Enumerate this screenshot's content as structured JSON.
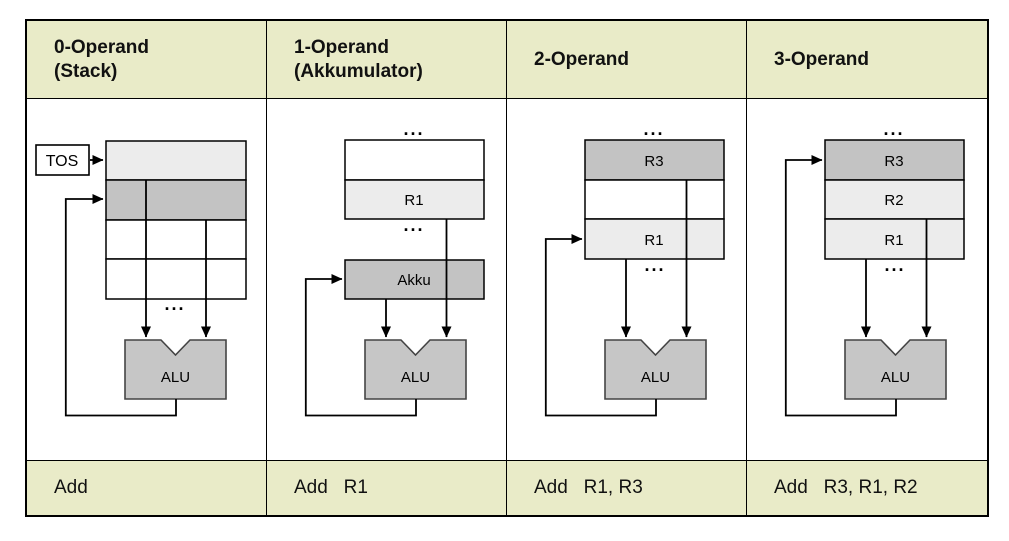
{
  "columns": [
    {
      "header": "0-Operand\n(Stack)",
      "instruction": "Add",
      "labels": {
        "tos": "TOS",
        "alu": "ALU",
        "dots_bottom": "..."
      }
    },
    {
      "header": "1-Operand\n(Akkumulator)",
      "instruction": "Add   R1",
      "labels": {
        "dots_top": "...",
        "r1": "R1",
        "dots_mid": "...",
        "akku": "Akku",
        "alu": "ALU"
      }
    },
    {
      "header": "2-Operand",
      "instruction": "Add   R1, R3",
      "labels": {
        "dots_top": "...",
        "r3": "R3",
        "r1": "R1",
        "dots_bottom": "...",
        "alu": "ALU"
      }
    },
    {
      "header": "3-Operand",
      "instruction": "Add   R3, R1, R2",
      "labels": {
        "dots_top": "...",
        "r3": "R3",
        "r2": "R2",
        "r1": "R1",
        "dots_bottom": "...",
        "alu": "ALU"
      }
    }
  ],
  "colors": {
    "band_bg": "#e9ebc8",
    "cell_light": "#ececec",
    "cell_dark": "#c3c3c3",
    "cell_white": "#ffffff",
    "alu_fill": "#c6c6c6",
    "line": "#000000"
  }
}
